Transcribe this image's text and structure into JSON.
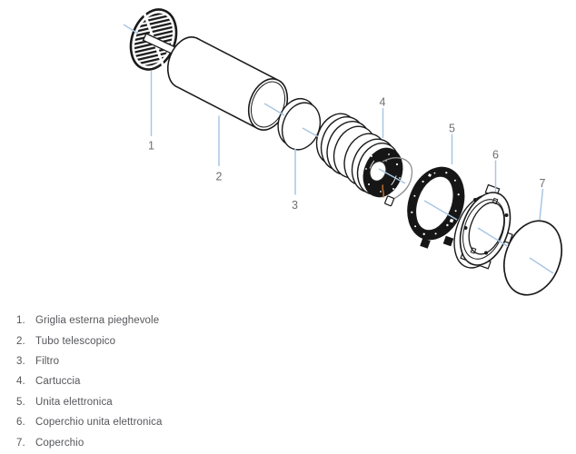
{
  "colors": {
    "outline": "#1a1a1a",
    "leader": "#a9c6e5",
    "number": "#6d6e71",
    "legend_text": "#55565a",
    "wire_orange": "#c2702d",
    "wire_gray": "#8d8d8d",
    "background": "#ffffff"
  },
  "diagram": {
    "callouts": [
      {
        "num": "1"
      },
      {
        "num": "2"
      },
      {
        "num": "3"
      },
      {
        "num": "4"
      },
      {
        "num": "5"
      },
      {
        "num": "6"
      },
      {
        "num": "7"
      }
    ]
  },
  "legend": {
    "items": [
      {
        "num": "1.",
        "label": "Griglia esterna pieghevole"
      },
      {
        "num": "2.",
        "label": "Tubo telescopico"
      },
      {
        "num": "3.",
        "label": "Filtro"
      },
      {
        "num": "4.",
        "label": "Cartuccia"
      },
      {
        "num": "5.",
        "label": "Unita elettronica"
      },
      {
        "num": "6.",
        "label": "Coperchio unita elettronica"
      },
      {
        "num": "7.",
        "label": "Coperchio"
      }
    ]
  }
}
